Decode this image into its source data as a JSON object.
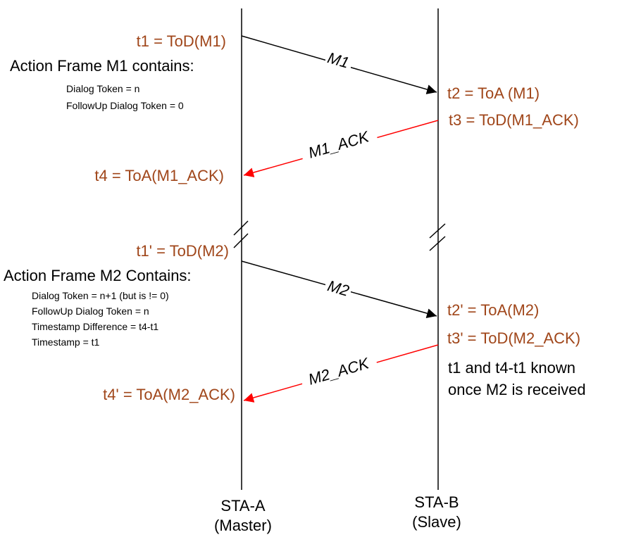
{
  "stations": {
    "master": {
      "name": "STA-A",
      "role": "(Master)"
    },
    "slave": {
      "name": "STA-B",
      "role": "(Slave)"
    }
  },
  "messages": {
    "m1": "M1",
    "m1_ack": "M1_ACK",
    "m2": "M2",
    "m2_ack": "M2_ACK"
  },
  "timestamps": {
    "t1": "t1 = ToD(M1)",
    "t2": "t2 = ToA (M1)",
    "t3": "t3 = ToD(M1_ACK)",
    "t4": "t4 = ToA(M1_ACK)",
    "t1p": "t1' = ToD(M2)",
    "t2p": "t2' = ToA(M2)",
    "t3p": "t3' = ToD(M2_ACK)",
    "t4p": "t4' = ToA(M2_ACK)"
  },
  "frame_m1": {
    "heading": "Action Frame M1 contains:",
    "fields": [
      "Dialog Token = n",
      "FollowUp Dialog Token = 0"
    ]
  },
  "frame_m2": {
    "heading": "Action Frame M2 Contains:",
    "fields": [
      "Dialog Token  = n+1 (but is != 0)",
      "FollowUp Dialog Token = n",
      "Timestamp Difference = t4-t1",
      "Timestamp = t1"
    ]
  },
  "note": {
    "line1": "t1 and t4-t1 known",
    "line2": "once M2 is received"
  },
  "colors": {
    "timestamp_text": "#a0461a",
    "ack_arrow": "#ff0000",
    "data_arrow": "#000000"
  }
}
